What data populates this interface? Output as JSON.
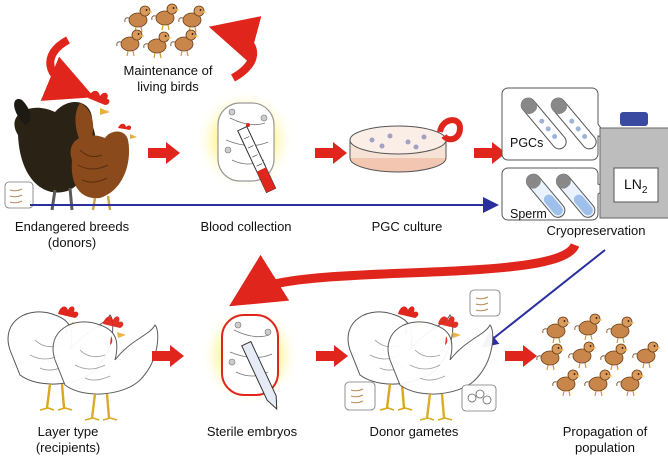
{
  "labels": {
    "maintenance_line1": "Maintenance of",
    "maintenance_line2": "living birds",
    "donors_line1": "Endangered breeds",
    "donors_line2": "(donors)",
    "blood_collection": "Blood collection",
    "pgc_culture": "PGC culture",
    "cryopreservation": "Cryopreservation",
    "recipients_line1": "Layer type",
    "recipients_line2": "(recipients)",
    "sterile_embryos": "Sterile embryos",
    "donor_gametes": "Donor gametes",
    "propagation_line1": "Propagation of",
    "propagation_line2": "population"
  },
  "tubes": {
    "pgcs": "PGCs",
    "sperm": "Sperm"
  },
  "tank": {
    "ln2_main": "LN",
    "ln2_sub": "2"
  },
  "colors": {
    "flow_arrow": "#e0261c",
    "blue_line": "#2a2f9e",
    "glow": "#fff27a",
    "tank_gray": "#bdbdbd",
    "tank_cap": "#3a4aa0"
  }
}
